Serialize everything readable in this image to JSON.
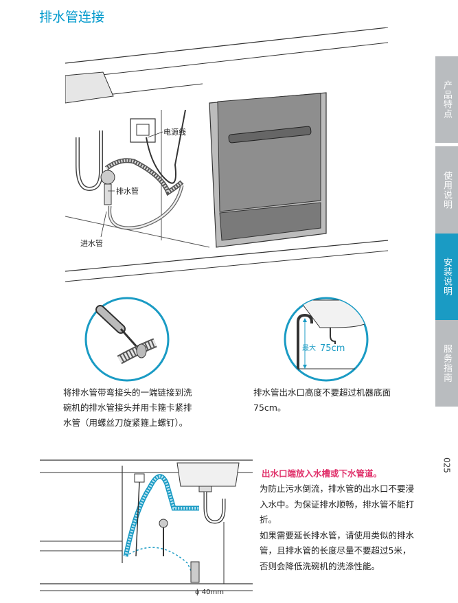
{
  "page": {
    "title": "排水管连接",
    "page_number": "025"
  },
  "tabs": [
    {
      "label": "产品特点",
      "active": false
    },
    {
      "label": "使用说明",
      "active": false
    },
    {
      "label": "安装说明",
      "active": true
    },
    {
      "label": "服务指南",
      "active": false
    }
  ],
  "figure_main": {
    "label_power_cord": "电源线",
    "label_drain_hose": "排水管",
    "label_inlet_hose": "进水管"
  },
  "figure_height": {
    "label_max": "最大",
    "label_value": "75cm"
  },
  "captions": {
    "left": "将排水管带弯接头的一端链接到洗碗机的排水管接头并用卡箍卡紧排水管（用螺丝刀旋紧箍上螺钉）。",
    "right": "排水管出水口高度不要超过机器底面75cm。"
  },
  "figure_bottom": {
    "label_diameter": "ϕ 40mm"
  },
  "instructions": {
    "title": "出水口端放入水槽或下水管道。",
    "para1": "为防止污水倒流，排水管的出水口不要浸入水中。为保证排水顺畅，排水管不能打折。",
    "para2": "如果需要延长排水管，请使用类似的排水管，且排水管的长度尽量不要超过5米，否则会降低洗碗机的洗涤性能。"
  },
  "colors": {
    "accent_blue": "#1a9bc4",
    "title_blue": "#0099cc",
    "highlight_pink": "#e0306a",
    "tab_gray": "#b9bcbf"
  }
}
